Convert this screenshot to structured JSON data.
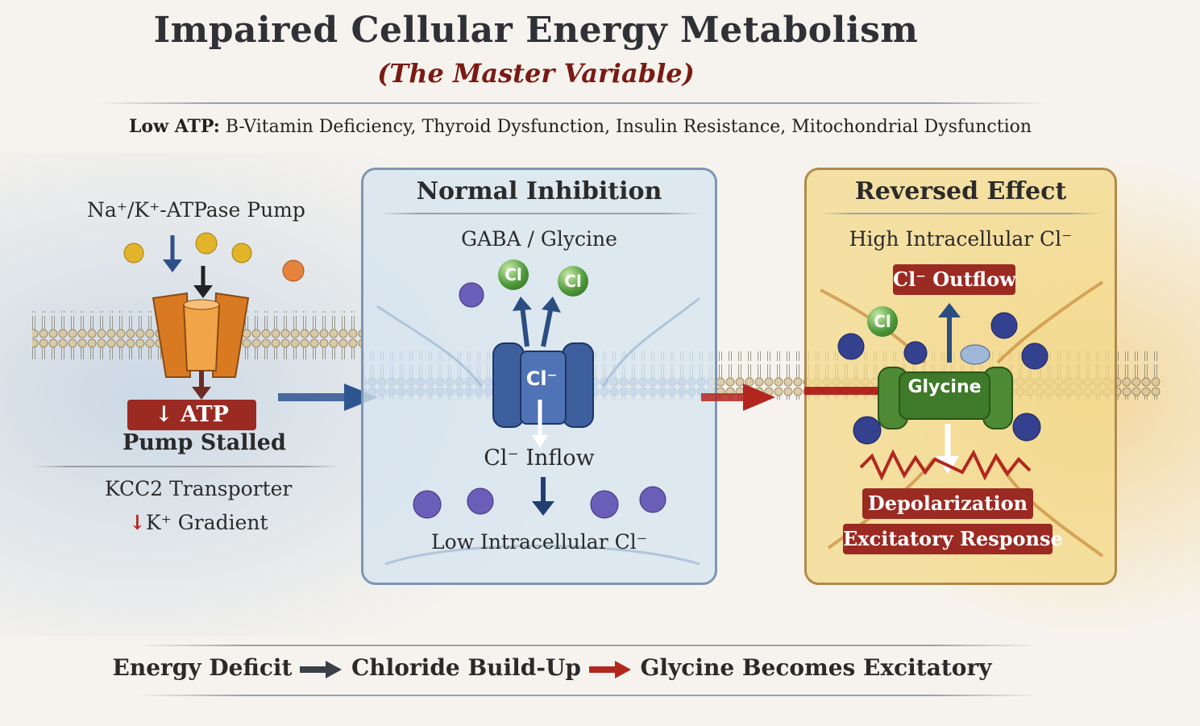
{
  "header": {
    "title": "Impaired Cellular Energy Metabolism",
    "subtitle": "(The Master Variable)"
  },
  "causes": {
    "lead": "Low ATP:",
    "list": "B-Vitamin Deficiency, Thyroid Dysfunction, Insulin Resistance, Mitochondrial Dysfunction"
  },
  "left_panel": {
    "pump_label": "Na⁺/K⁺-ATPase Pump",
    "atp_banner": "↓ ATP",
    "pump_status": "Pump Stalled",
    "transporter": "KCC2 Transporter",
    "gradient_arrow": "↓",
    "gradient": "K⁺ Gradient"
  },
  "normal_panel": {
    "title": "Normal Inhibition",
    "ligand": "GABA / Glycine",
    "ion_symbol": "Cl",
    "channel_label": "Cl⁻",
    "flow": "Cl⁻ Inflow",
    "state": "Low Intracellular Cl⁻"
  },
  "reversed_panel": {
    "title": "Reversed Effect",
    "state": "High Intracellular Cl⁻",
    "flow": "Cl⁻ Outflow",
    "ion_symbol": "Cl",
    "channel_label": "Glycine",
    "result_1": "Depolarization",
    "result_2": "Excitatory Response"
  },
  "summary": {
    "step_1": "Energy Deficit",
    "step_2": "Chloride Build-Up",
    "step_3": "Glycine Becomes Excitatory"
  },
  "colors": {
    "title": "#2f3137",
    "accent_red": "#9b2a22",
    "channel_blue": "#3e5f9e",
    "pump_orange": "#d97a22",
    "channel_green": "#4e8a34",
    "normal_panel_bg": "#dce8f2",
    "reversed_panel_bg": "#f3d98a"
  }
}
